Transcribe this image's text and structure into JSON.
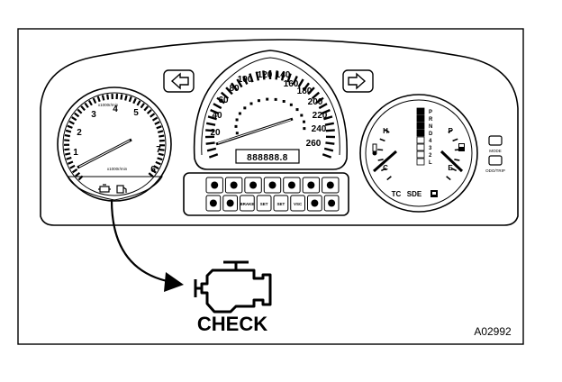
{
  "tachometer": {
    "numbers": [
      "1",
      "2",
      "3",
      "4",
      "5",
      "6",
      "7"
    ],
    "scale_label": "x1000r/min"
  },
  "speedometer": {
    "numbers": [
      "20",
      "40",
      "60",
      "80",
      "100",
      "120",
      "140",
      "160",
      "180",
      "200",
      "220",
      "240",
      "260"
    ],
    "odometer": "888888.8"
  },
  "fuel_temp_gauge": {
    "fuel_full": "F",
    "fuel_empty": "E",
    "temp_hot": "H",
    "temp_cold": "C",
    "gear_positions": [
      "P",
      "R",
      "N",
      "D",
      "4",
      "3",
      "2",
      "L"
    ],
    "bottom_labels": [
      "TC",
      "SDE"
    ]
  },
  "right_buttons": [
    "MODE",
    "ODO/TRIP"
  ],
  "warning_panel": {
    "top_row": [
      "seat-belt-icon",
      "airbag-icon",
      "oil-icon",
      "battery-icon",
      "washer-icon",
      "door-icon",
      "abs-icon"
    ],
    "bottom_row": [
      "headlight-icon",
      "seat-icon",
      "BRAKE",
      "SET",
      "SET",
      "VSC",
      "abs-icon",
      "tire-icon"
    ]
  },
  "callout": {
    "label": "CHECK",
    "icon": "check-engine-icon"
  },
  "figure_id": "A02992"
}
